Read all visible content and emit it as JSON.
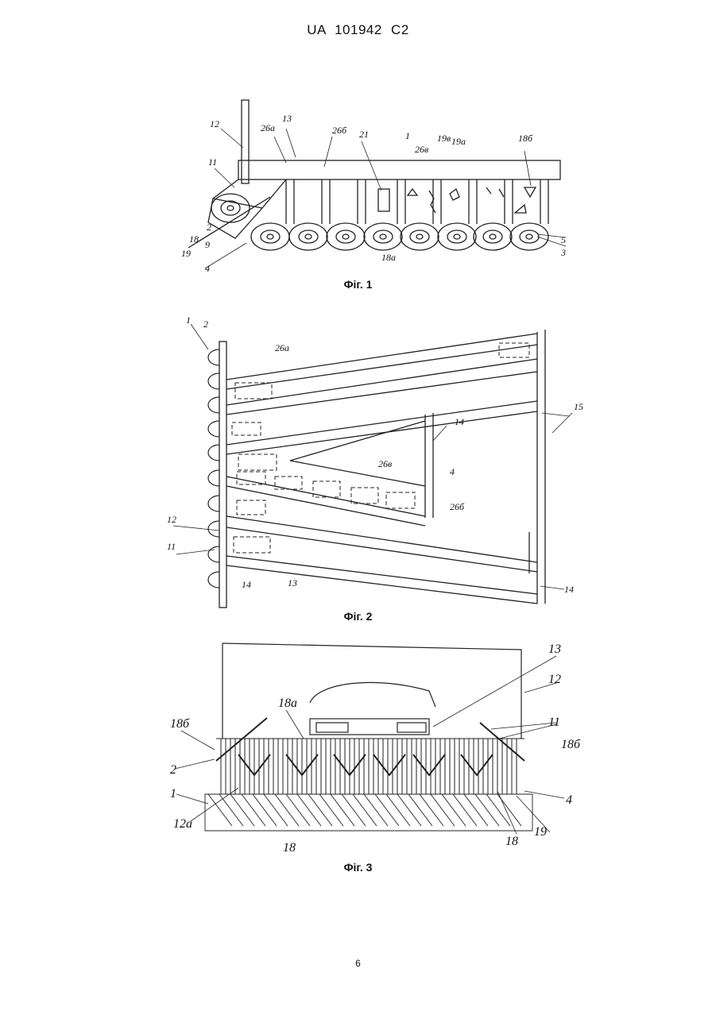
{
  "header": {
    "patent_id": "UA   101942   C2"
  },
  "figures": [
    {
      "caption": "Фіг. 1",
      "labels": [
        "12",
        "26а",
        "13",
        "26б",
        "21",
        "1",
        "26в",
        "19в",
        "19а",
        "18б",
        "11",
        "2",
        "18",
        "19",
        "9",
        "18а",
        "5",
        "3",
        "4"
      ]
    },
    {
      "caption": "Фіг. 2",
      "labels": [
        "1",
        "2",
        "26а",
        "15",
        "14",
        "26в",
        "4",
        "26б",
        "12",
        "11",
        "14",
        "13",
        "14"
      ]
    },
    {
      "caption": "Фіг. 3",
      "labels": [
        "13",
        "12",
        "18а",
        "11",
        "18б",
        "18б",
        "2",
        "1",
        "12а",
        "4",
        "18",
        "19",
        "18"
      ]
    }
  ],
  "footer": {
    "page_number": "6"
  }
}
